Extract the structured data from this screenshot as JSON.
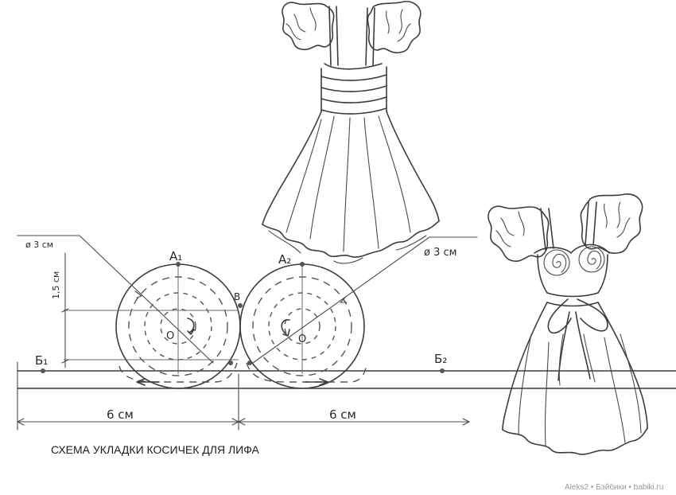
{
  "diagram": {
    "caption": "СХЕМА УКЛАДКИ КОСИЧЕК ДЛЯ ЛИФА",
    "points": {
      "a1": "A₁",
      "a2": "A₂",
      "b": "B",
      "b1": "Б₁",
      "b2": "Б₂",
      "o1": "O",
      "o2": "O"
    },
    "dimensions": {
      "diameter_left": "ø 3 см",
      "diameter_right": "ø 3 см",
      "height": "1,5 см",
      "width_left": "6 см",
      "width_right": "6 см"
    }
  },
  "watermark": "Aleks2 • Бэйбики • babiki.ru",
  "colors": {
    "ink": "#3c3c3c",
    "background": "#ffffff"
  }
}
